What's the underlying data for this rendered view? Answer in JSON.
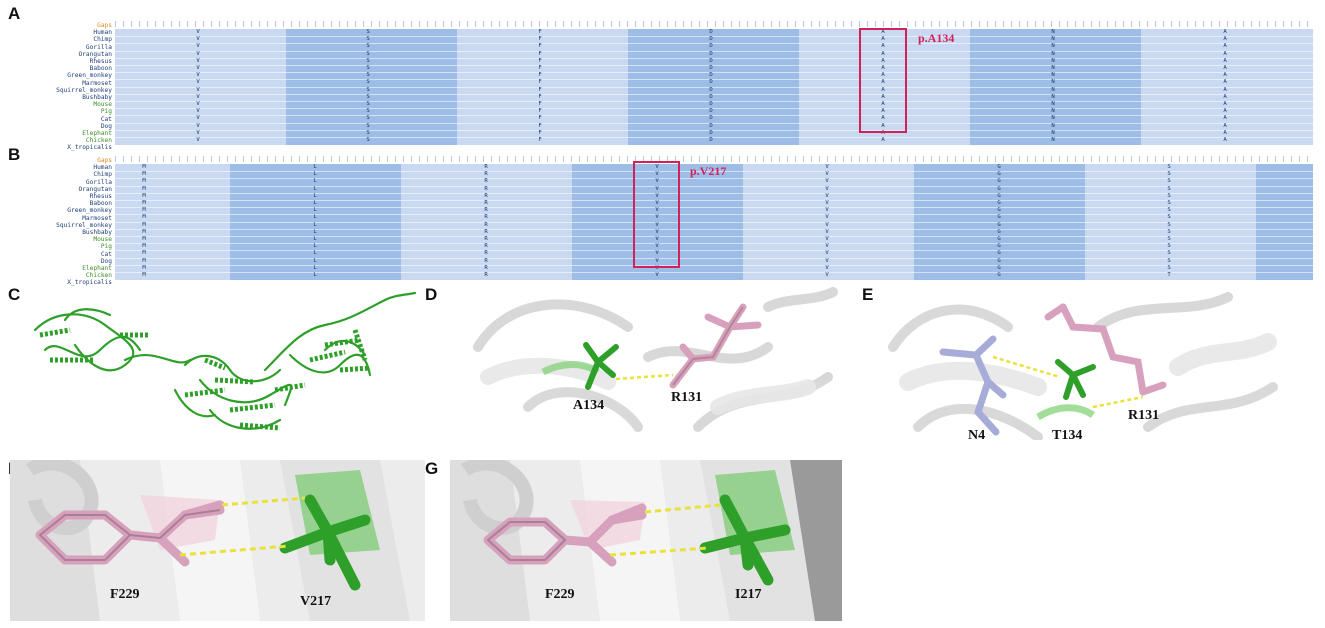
{
  "panels": {
    "A": "A",
    "B": "B",
    "C": "C",
    "D": "D",
    "E": "E",
    "F": "F",
    "G": "G"
  },
  "species": [
    "Gaps",
    "Human",
    "Chimp",
    "Gorilla",
    "Orangutan",
    "Rhesus",
    "Baboon",
    "Green_monkey",
    "Marmoset",
    "Squirrel_monkey",
    "Bushbaby",
    "Mouse",
    "Pig",
    "Cat",
    "Dog",
    "Elephant",
    "Chicken",
    "X_tropicalis"
  ],
  "species_colors": {
    "Gaps": "#e08a1e",
    "Mouse": "#3d8b2a",
    "Pig": "#3d8b2a",
    "Elephant": "#3d8b2a",
    "Chicken": "#3d8b2a"
  },
  "alignment_A": {
    "columns": [
      {
        "residues": "VVVVVVVVVVVVVVVV"
      },
      {
        "residues": "SSSSSSSSSSSSSSSS"
      },
      {
        "residues": "FFFFFFFFFFFFFFFF"
      },
      {
        "residues": "DDDDDDDDDDDDDDDD"
      },
      {
        "residues": "AAAAAAAAAAAAAAAA"
      },
      {
        "residues": "NNNNNNNNNNNNNNNN"
      },
      {
        "residues": "AAAAAAAAAAAAAAAA"
      }
    ],
    "highlight_label": "p.A134"
  },
  "alignment_B": {
    "columns": [
      {
        "residues": "MMMMMMMMMMMMMMMM"
      },
      {
        "residues": "LLLLLLLLLLLLLLLL"
      },
      {
        "residues": "RRRRRRRRRRRRRRRR"
      },
      {
        "residues": "VVVVVVVVVVVVVVVV"
      },
      {
        "residues": "VVVVVVVVVVVVVVVV"
      },
      {
        "residues": "GGGGGGGGGGGGGGGG"
      },
      {
        "residues": "SSSSSSSSSSSSSSST"
      }
    ],
    "highlight_label": "p.V217"
  },
  "structures": {
    "D": {
      "labels": [
        "A134",
        "R131"
      ]
    },
    "E": {
      "labels": [
        "N4",
        "T134",
        "R131"
      ]
    },
    "F": {
      "labels": [
        "F229",
        "V217"
      ]
    },
    "G": {
      "labels": [
        "F229",
        "I217"
      ]
    }
  },
  "colors": {
    "band_light": "#c9d9f1",
    "band_dark": "#9dbce6",
    "highlight": "#d3205a",
    "ribbon_green": "#2ea02a",
    "stick_green": "#3cb52e",
    "stick_pink": "#d7a1bd",
    "stick_lavender": "#a7abd8",
    "hbond": "#e8e23a",
    "cartoon_gray": "#e6e6e6"
  }
}
